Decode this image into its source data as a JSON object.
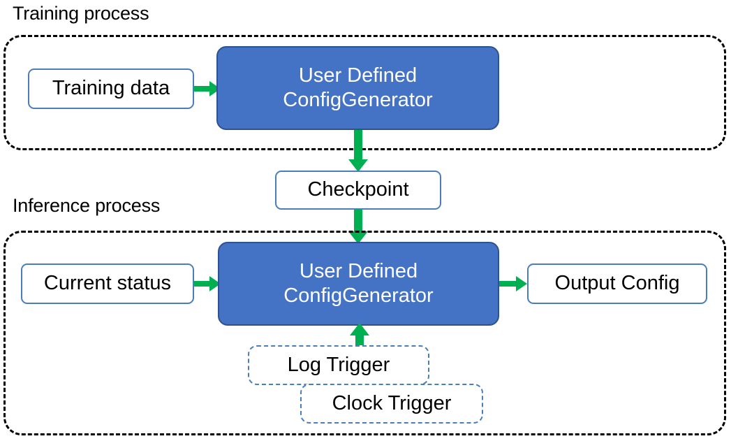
{
  "diagram": {
    "title_training": "Training process",
    "title_inference": "Inference process",
    "colors": {
      "accent_blue_fill": "#4472C4",
      "accent_blue_border": "#2F528F",
      "box_border_blue": "#4A7EBB",
      "arrow_green": "#00B050",
      "group_border": "#000000",
      "text_dark": "#000000",
      "text_light": "#FFFFFF"
    }
  },
  "training": {
    "caption": "Training process",
    "nodes": {
      "training_data": "Training data",
      "generator_line1": "User Defined",
      "generator_line2": "ConfigGenerator"
    }
  },
  "bridge": {
    "checkpoint": "Checkpoint"
  },
  "inference": {
    "caption": "Inference process",
    "nodes": {
      "current_status": "Current status",
      "generator_line1": "User Defined",
      "generator_line2": "ConfigGenerator",
      "output_config": "Output Config",
      "log_trigger": "Log Trigger",
      "clock_trigger": "Clock Trigger"
    }
  },
  "arrows": [
    {
      "name": "training-data-to-generator",
      "direction": "right"
    },
    {
      "name": "generator-to-checkpoint",
      "direction": "down"
    },
    {
      "name": "checkpoint-to-inference-generator",
      "direction": "down"
    },
    {
      "name": "current-status-to-generator",
      "direction": "right"
    },
    {
      "name": "generator-to-output-config",
      "direction": "right"
    },
    {
      "name": "triggers-to-generator",
      "direction": "up"
    }
  ]
}
